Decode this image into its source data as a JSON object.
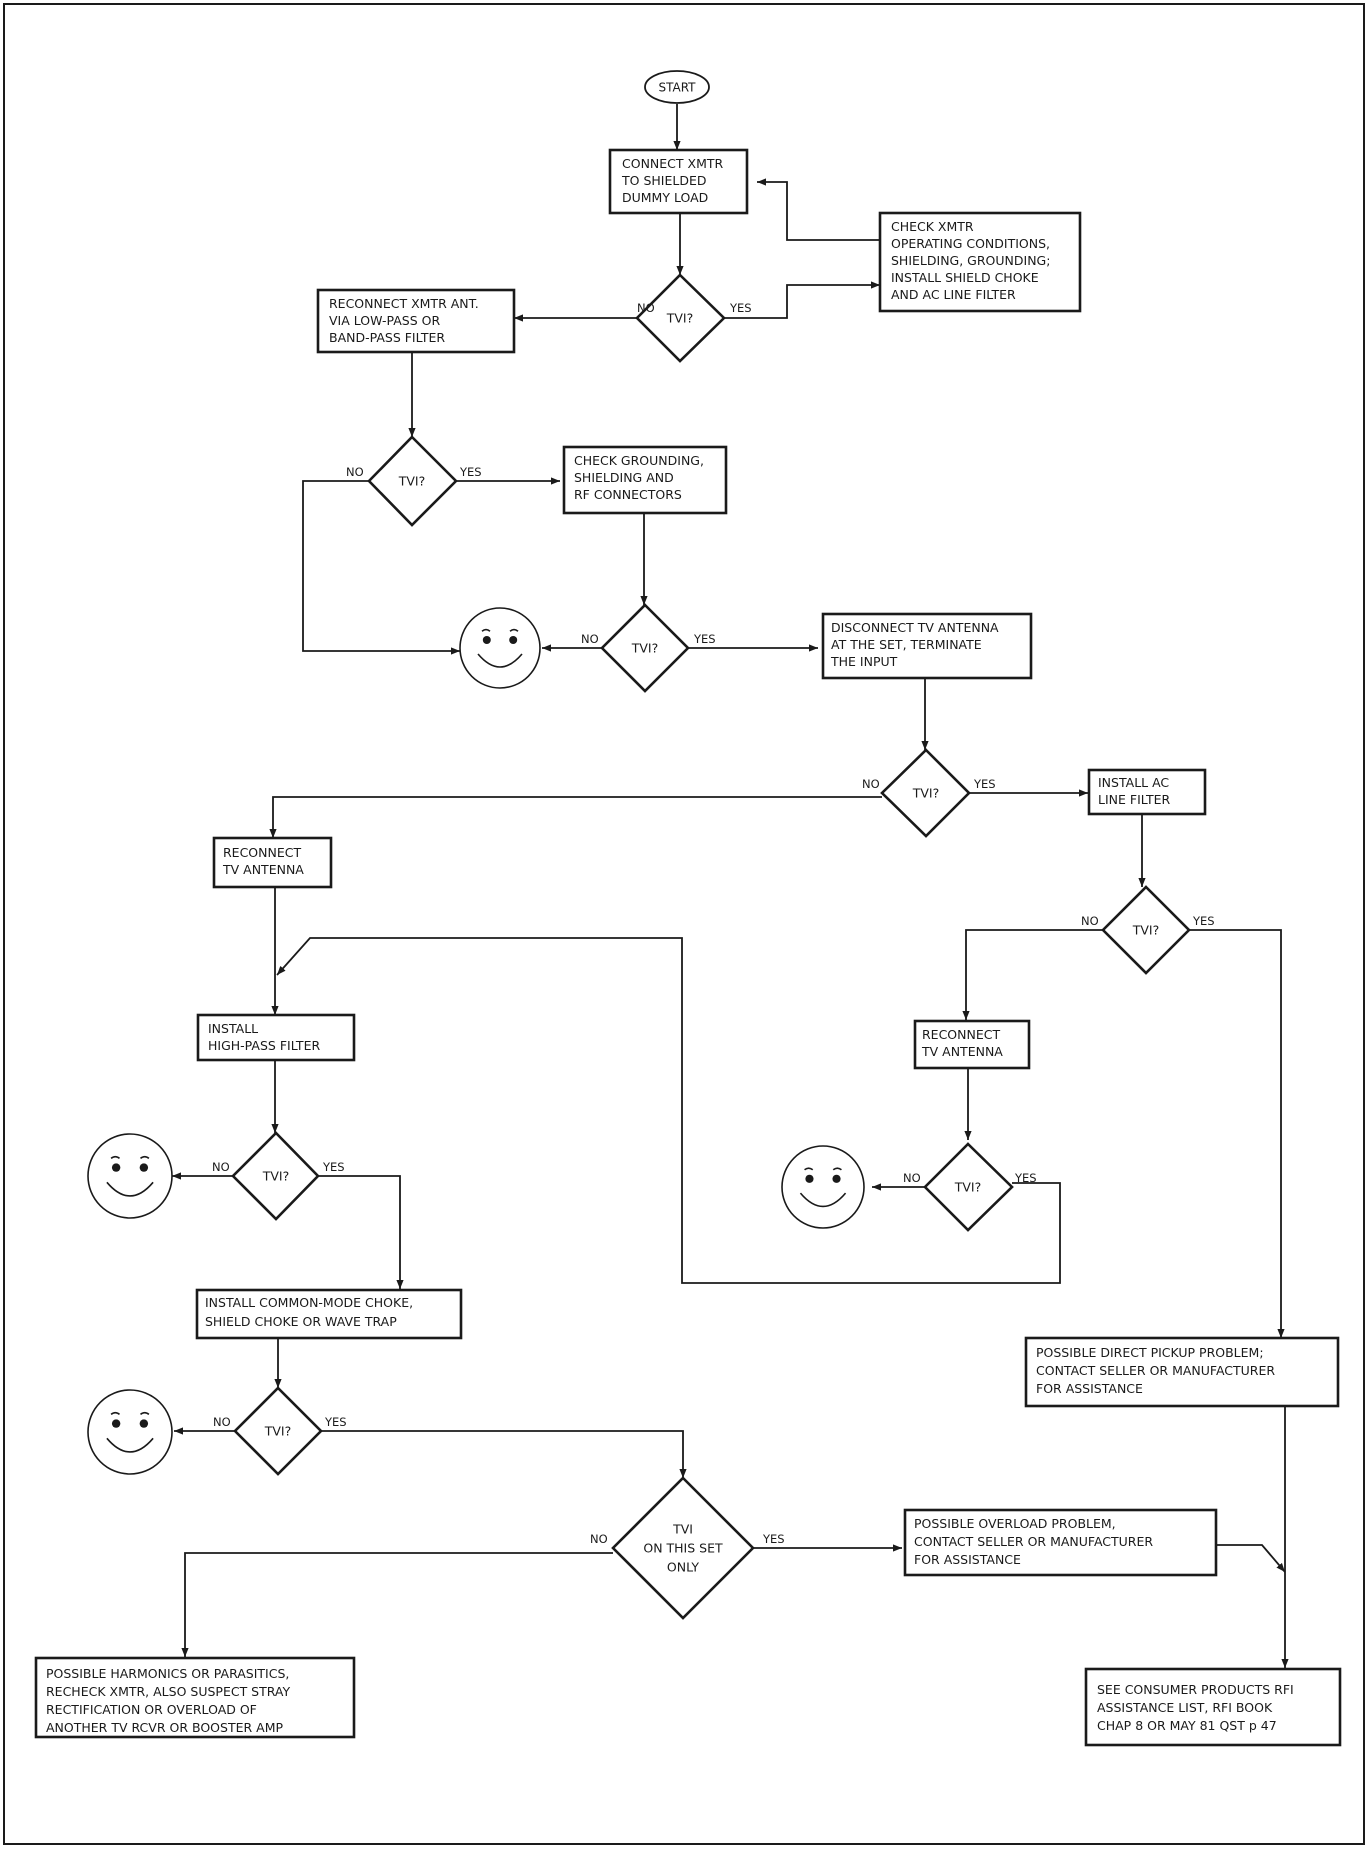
{
  "colors": {
    "ink": "#1a1a1a",
    "paper": "#ffffff"
  },
  "start": {
    "label": "START"
  },
  "decisions": {
    "d1": {
      "lines": [
        "TVI?"
      ],
      "no": "NO",
      "yes": "YES"
    },
    "d2": {
      "lines": [
        "TVI?"
      ],
      "no": "NO",
      "yes": "YES"
    },
    "d3": {
      "lines": [
        "TVI?"
      ],
      "no": "NO",
      "yes": "YES"
    },
    "d4": {
      "lines": [
        "TVI?"
      ],
      "no": "NO",
      "yes": "YES"
    },
    "d5": {
      "lines": [
        "TVI?"
      ],
      "no": "NO",
      "yes": "YES"
    },
    "d6": {
      "lines": [
        "TVI?"
      ],
      "no": "NO",
      "yes": "YES"
    },
    "d7": {
      "lines": [
        "TVI?"
      ],
      "no": "NO",
      "yes": "YES"
    },
    "d8": {
      "lines": [
        "TVI?"
      ],
      "no": "NO",
      "yes": "YES"
    },
    "d9": {
      "lines": [
        "TVI",
        "ON THIS SET",
        "ONLY"
      ],
      "no": "NO",
      "yes": "YES"
    }
  },
  "boxes": {
    "b_connect": [
      "CONNECT XMTR",
      "TO SHIELDED",
      "DUMMY LOAD"
    ],
    "b_checkxmtr": [
      "CHECK XMTR",
      "OPERATING CONDITIONS,",
      "SHIELDING, GROUNDING;",
      "INSTALL SHIELD CHOKE",
      "AND AC LINE FILTER"
    ],
    "b_reconnect_ant": [
      "RECONNECT XMTR ANT.",
      "VIA LOW-PASS OR",
      "BAND-PASS FILTER"
    ],
    "b_checkground": [
      "CHECK GROUNDING,",
      "SHIELDING AND",
      "RF CONNECTORS"
    ],
    "b_disconnect": [
      "DISCONNECT TV ANTENNA",
      "AT THE SET, TERMINATE",
      "THE INPUT"
    ],
    "b_installac": [
      "INSTALL AC",
      "LINE FILTER"
    ],
    "b_reconnect_tv1": [
      "RECONNECT",
      "TV ANTENNA"
    ],
    "b_reconnect_tv2": [
      "RECONNECT",
      "TV ANTENNA"
    ],
    "b_highpass": [
      "INSTALL",
      "HIGH-PASS FILTER"
    ],
    "b_commonmode": [
      "INSTALL COMMON-MODE CHOKE,",
      "SHIELD CHOKE OR WAVE TRAP"
    ],
    "b_direct": [
      "POSSIBLE DIRECT PICKUP PROBLEM;",
      "CONTACT SELLER OR MANUFACTURER",
      "FOR ASSISTANCE"
    ],
    "b_overload": [
      "POSSIBLE OVERLOAD PROBLEM,",
      "CONTACT SELLER OR MANUFACTURER",
      "FOR ASSISTANCE"
    ],
    "b_harmonics": [
      "POSSIBLE HARMONICS OR PARASITICS,",
      "RECHECK XMTR, ALSO SUSPECT STRAY",
      "RECTIFICATION OR OVERLOAD OF",
      "ANOTHER TV RCVR OR BOOSTER AMP"
    ],
    "b_consumer": [
      "SEE CONSUMER PRODUCTS RFI",
      "ASSISTANCE LIST, RFI BOOK",
      "CHAP 8 OR MAY 81 QST p 47"
    ]
  },
  "faces": [
    "smiley-face-1",
    "smiley-face-2",
    "smiley-face-3",
    "smiley-face-4",
    "smiley-face-5"
  ]
}
